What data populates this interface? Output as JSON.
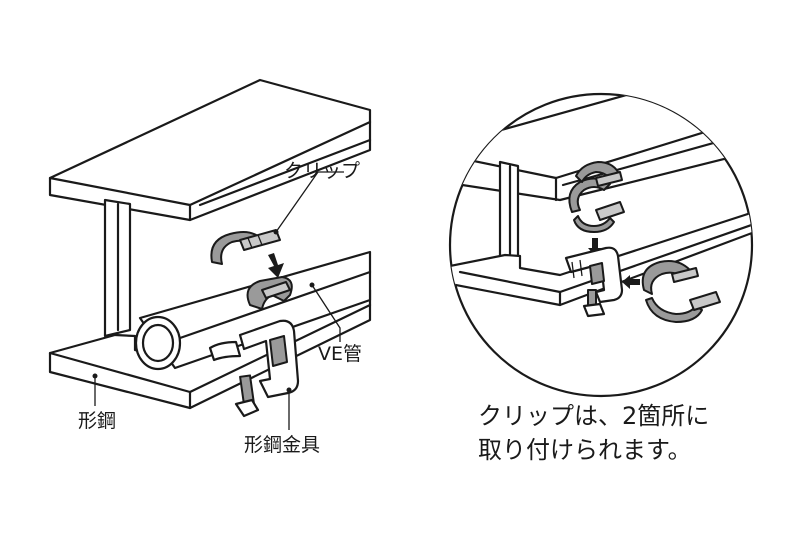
{
  "labels": {
    "clip": "クリップ",
    "ve_pipe": "VE管",
    "steel_section": "形鋼",
    "steel_fitting": "形鋼金具"
  },
  "caption": {
    "line1": "クリップは、2箇所に",
    "line2": "取り付けられます。"
  }
}
